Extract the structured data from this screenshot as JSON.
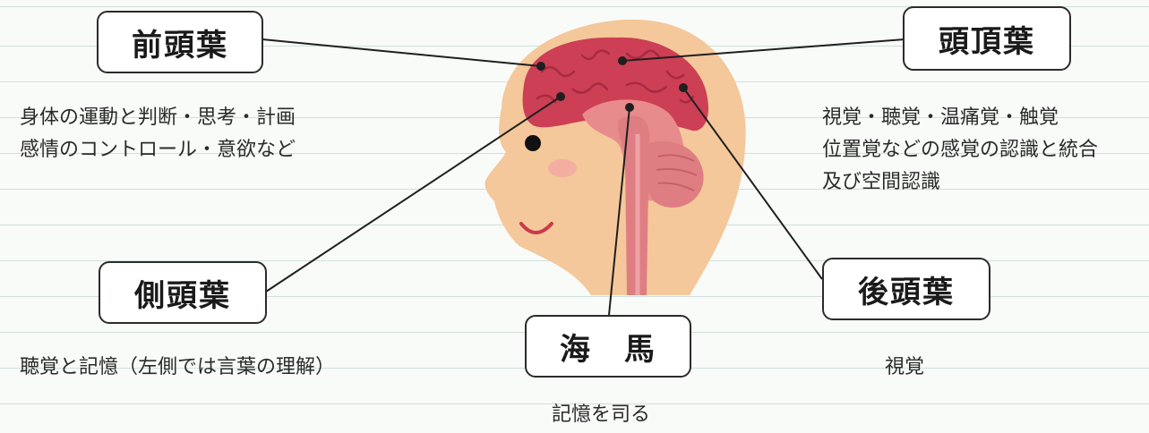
{
  "lobes": {
    "frontal": {
      "name": "前頭葉",
      "desc": [
        "身体の運動と判断・思考・計画",
        "感情のコントロール・意欲など"
      ]
    },
    "parietal": {
      "name": "頭頂葉",
      "desc": [
        "視覚・聴覚・温痛覚・触覚",
        "位置覚などの感覚の認識と統合",
        "及び空間認識"
      ]
    },
    "temporal": {
      "name": "側頭葉",
      "desc": [
        "聴覚と記憶（左側では言葉の理解）"
      ]
    },
    "occipital": {
      "name": "後頭葉",
      "desc": [
        "視覚"
      ]
    },
    "hippocampus": {
      "name": "海　馬",
      "desc": [
        "記憶を司る"
      ]
    }
  },
  "colors": {
    "skin": "#f4c89a",
    "cortex": "#cc3f55",
    "cortex_dark": "#a82a42",
    "inner_brain": "#e88b8d",
    "brainstem": "#df7e82",
    "cheek": "#f4a7a2",
    "line": "#1f1f1f"
  }
}
